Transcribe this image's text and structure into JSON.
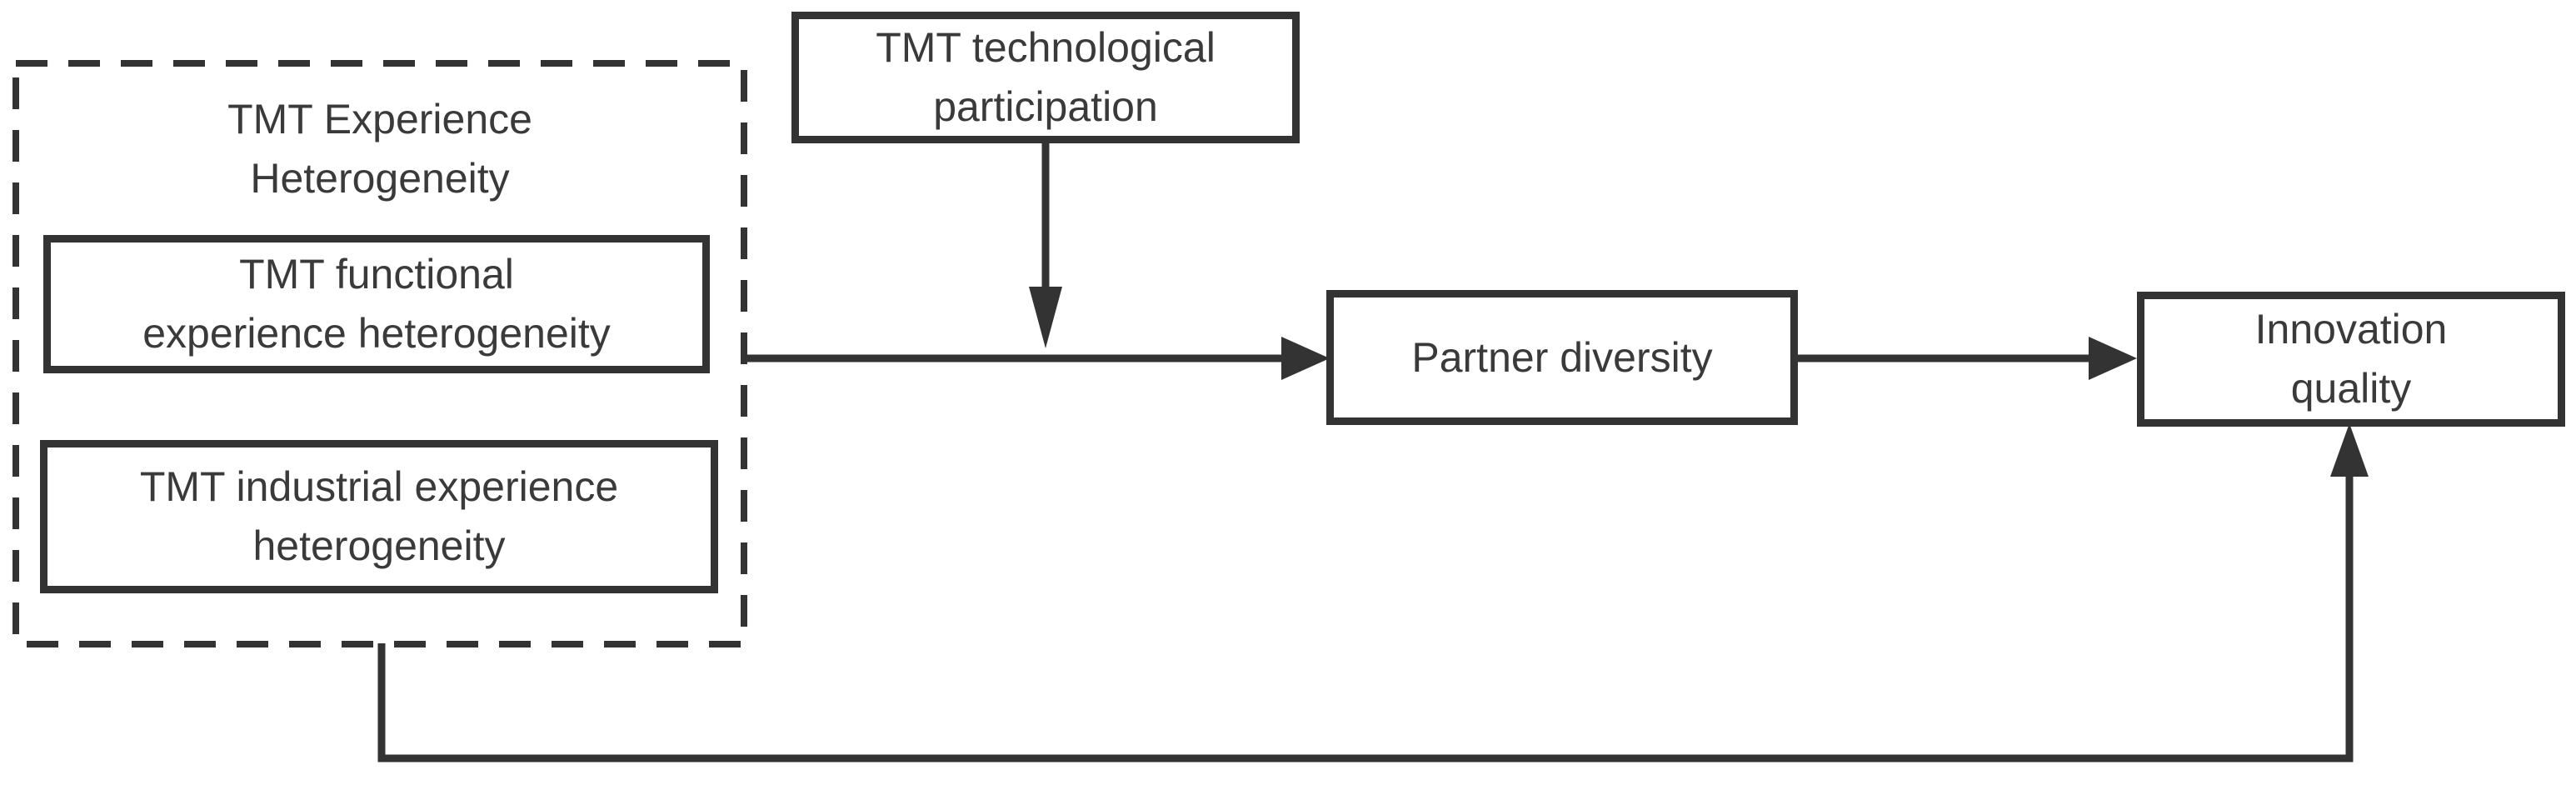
{
  "colors": {
    "stroke": "#333333",
    "text": "#3a3a3a",
    "background": "#ffffff"
  },
  "nodes": {
    "experience_group": {
      "label": "TMT Experience Heterogeneity",
      "lines": [
        "TMT Experience",
        "Heterogeneity"
      ]
    },
    "functional": {
      "label": "TMT functional experience heterogeneity",
      "lines": [
        "TMT functional",
        "experience heterogeneity"
      ]
    },
    "industrial": {
      "label": "TMT industrial experience heterogeneity",
      "lines": [
        "TMT industrial experience",
        "heterogeneity"
      ]
    },
    "technological": {
      "label": "TMT technological participation",
      "lines": [
        "TMT technological",
        "participation"
      ]
    },
    "partner": {
      "label": "Partner diversity",
      "lines": [
        "Partner diversity"
      ]
    },
    "innovation": {
      "label": "Innovation quality",
      "lines": [
        "Innovation",
        "quality"
      ]
    }
  },
  "edges": [
    {
      "from": "TMT Experience Heterogeneity",
      "to": "Partner diversity",
      "style": "solid-arrow"
    },
    {
      "from": "TMT technological participation",
      "to": "path between TMT Experience Heterogeneity and Partner diversity",
      "style": "solid-arrow"
    },
    {
      "from": "Partner diversity",
      "to": "Innovation quality",
      "style": "solid-arrow"
    },
    {
      "from": "TMT Experience Heterogeneity",
      "to": "Innovation quality",
      "style": "solid-arrow",
      "route": "bottom elbow"
    }
  ]
}
